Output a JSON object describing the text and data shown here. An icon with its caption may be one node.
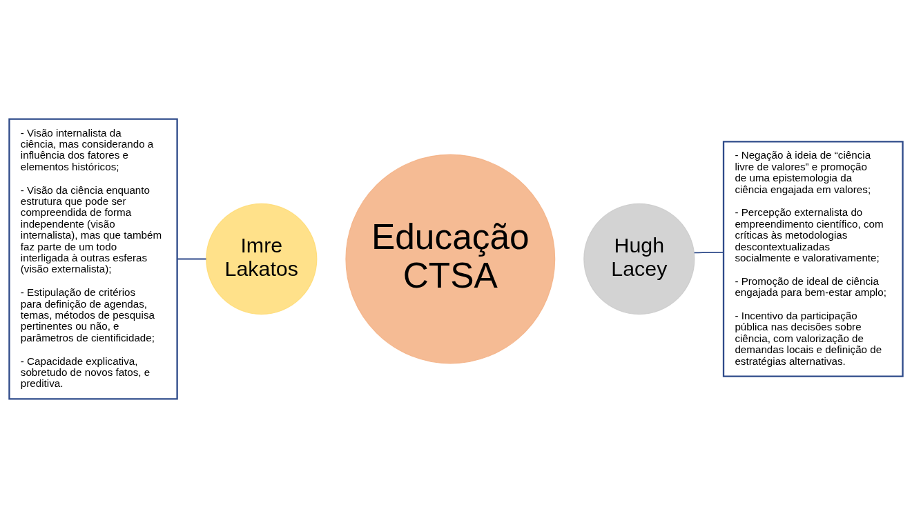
{
  "diagram": {
    "nodes": [
      {
        "text": [
          "- Visão internalista da ciência, mas considerando a influência dos fatores e elementos históricos;",
          "- Visão da ciência enquanto estrutura que pode ser compreendida de forma independente (visão internalista), mas que também faz parte de um todo interligada à outras esferas (visão externalista);",
          "- Estipulação de critérios para definição de agendas, temas, métodos de pesquisa pertinentes ou não, e parâmetros de cientificidade;",
          "- Capacidade explicativa, sobretudo de novos fatos, e preditiva."
        ]
      },
      {
        "text": [
          "Imre Lakatos"
        ]
      },
      {
        "text": [
          "Educação CTSA"
        ]
      },
      {
        "text": [
          "Hugh Lacey"
        ]
      },
      {
        "text": [
          "- Negação à ideia de “ciência livre de valores” e promoção de uma epistemologia da ciência engajada em valores;",
          "- Percepção externalista do empreendimento científico, com críticas às metodologias descontextualizadas socialmente e valorativamente;",
          "- Promoção de ideal de ciência engajada para bem-estar amplo;",
          "- Incentivo da participação pública nas decisões sobre ciência, com valorização de demandas locais e definição de estratégias alternativas."
        ]
      }
    ],
    "edges": [
      {
        "from": 0,
        "to": 1,
        "arrow": "none"
      },
      {
        "from": 4,
        "to": 3,
        "arrow": "none"
      }
    ]
  }
}
